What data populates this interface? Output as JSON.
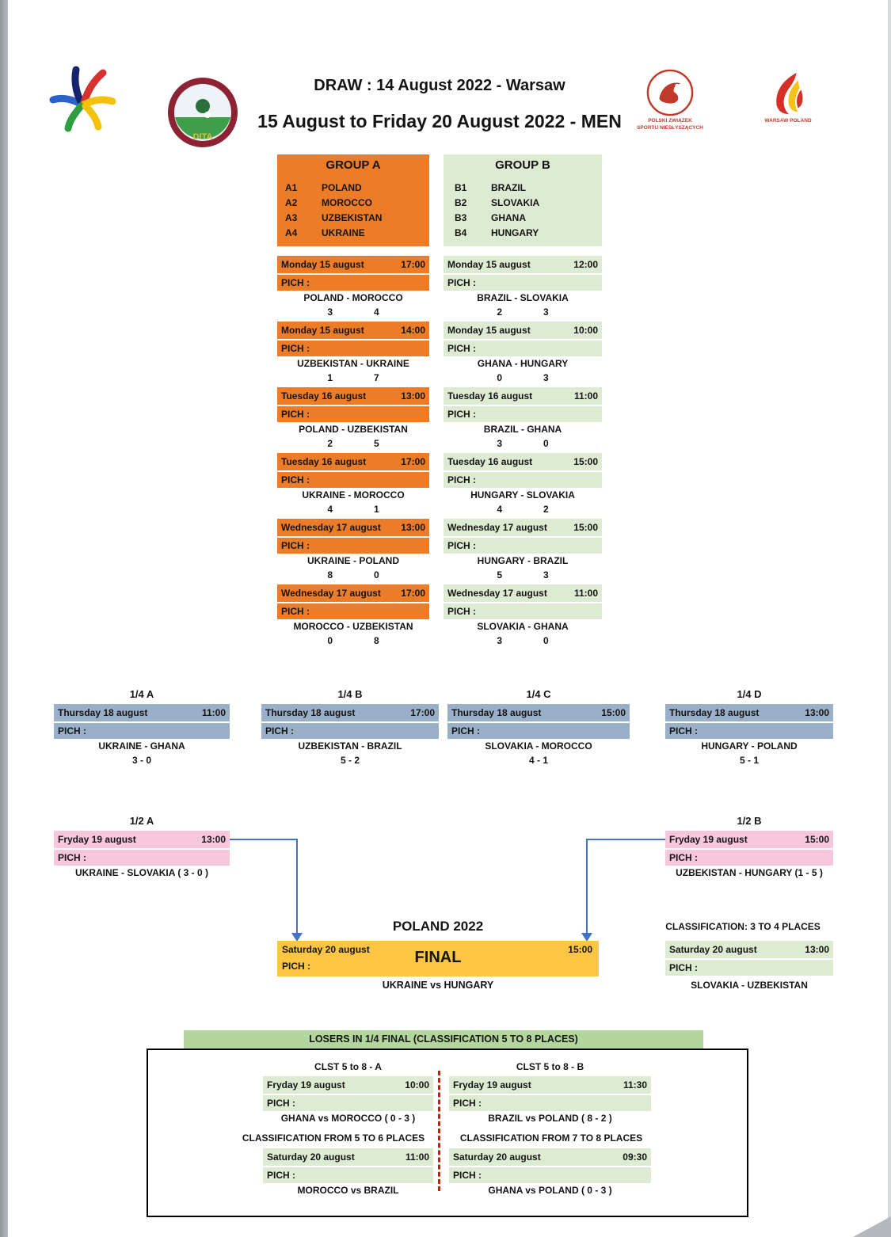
{
  "colors": {
    "group_a": "#ED7C29",
    "group_b": "#DDEBD2",
    "quarterfinal": "#9AB0C8",
    "semifinal": "#F7C7DB",
    "final": "#FDC642",
    "losers_bar": "#B2D69C",
    "connector": "#4472C4",
    "divider": "#FF0000"
  },
  "header": {
    "title_line1": "DRAW : 14 August 2022 - Warsaw",
    "title_line2": "15 August to Friday 20 August 2022 - MEN",
    "logos": {
      "left_icon": "multicolor-hands-star-logo",
      "dita_icon": "dita-football-crest-logo",
      "dita_label": "DITA",
      "eagle_icon": "polish-eagle-ring-logo",
      "eagle_caption_line1": "POLSKI ZWIĄZEK",
      "eagle_caption_line2": "SPORTU NIESŁYSZĄCYCH",
      "flame_icon": "warsaw-flame-logo",
      "flame_caption": "WARSAW POLAND"
    }
  },
  "groups": {
    "a": {
      "title": "GROUP A",
      "teams": [
        {
          "code": "A1",
          "name": "POLAND"
        },
        {
          "code": "A2",
          "name": "MOROCCO"
        },
        {
          "code": "A3",
          "name": "UZBEKISTAN"
        },
        {
          "code": "A4",
          "name": "UKRAINE"
        }
      ]
    },
    "b": {
      "title": "GROUP B",
      "teams": [
        {
          "code": "B1",
          "name": "BRAZIL"
        },
        {
          "code": "B2",
          "name": "SLOVAKIA"
        },
        {
          "code": "B3",
          "name": "GHANA"
        },
        {
          "code": "B4",
          "name": "HUNGARY"
        }
      ]
    }
  },
  "group_matches": {
    "a": [
      {
        "date": "Monday 15 august",
        "time": "17:00",
        "pich": "PICH :",
        "match": "POLAND - MOROCCO",
        "s1": "3",
        "s2": "4"
      },
      {
        "date": "Monday 15 august",
        "time": "14:00",
        "pich": "PICH :",
        "match": "UZBEKISTAN - UKRAINE",
        "s1": "1",
        "s2": "7"
      },
      {
        "date": "Tuesday 16 august",
        "time": "13:00",
        "pich": "PICH :",
        "match": "POLAND - UZBEKISTAN",
        "s1": "2",
        "s2": "5"
      },
      {
        "date": "Tuesday 16 august",
        "time": "17:00",
        "pich": "PICH :",
        "match": "UKRAINE - MOROCCO",
        "s1": "4",
        "s2": "1"
      },
      {
        "date": "Wednesday 17 august",
        "time": "13:00",
        "pich": "PICH :",
        "match": "UKRAINE - POLAND",
        "s1": "8",
        "s2": "0"
      },
      {
        "date": "Wednesday 17 august",
        "time": "17:00",
        "pich": "PICH :",
        "match": "MOROCCO - UZBEKISTAN",
        "s1": "0",
        "s2": "8"
      }
    ],
    "b": [
      {
        "date": "Monday 15 august",
        "time": "12:00",
        "pich": "PICH :",
        "match": "BRAZIL - SLOVAKIA",
        "s1": "2",
        "s2": "3"
      },
      {
        "date": "Monday 15 august",
        "time": "10:00",
        "pich": "PICH :",
        "match": "GHANA - HUNGARY",
        "s1": "0",
        "s2": "3"
      },
      {
        "date": "Tuesday 16 august",
        "time": "11:00",
        "pich": "PICH :",
        "match": "BRAZIL - GHANA",
        "s1": "3",
        "s2": "0"
      },
      {
        "date": "Tuesday 16 august",
        "time": "15:00",
        "pich": "PICH :",
        "match": "HUNGARY - SLOVAKIA",
        "s1": "4",
        "s2": "2"
      },
      {
        "date": "Wednesday 17 august",
        "time": "15:00",
        "pich": "PICH :",
        "match": "HUNGARY - BRAZIL",
        "s1": "5",
        "s2": "3"
      },
      {
        "date": "Wednesday 17 august",
        "time": "11:00",
        "pich": "PICH :",
        "match": "SLOVAKIA - GHANA",
        "s1": "3",
        "s2": "0"
      }
    ]
  },
  "quarterfinals": [
    {
      "title": "1/4 A",
      "date": "Thursday 18 august",
      "time": "11:00",
      "pich": "PICH :",
      "match": "UKRAINE - GHANA",
      "score": "3 - 0"
    },
    {
      "title": "1/4 B",
      "date": "Thursday 18 august",
      "time": "17:00",
      "pich": "PICH :",
      "match": "UZBEKISTAN - BRAZIL",
      "score": "5 - 2"
    },
    {
      "title": "1/4 C",
      "date": "Thursday 18 august",
      "time": "15:00",
      "pich": "PICH :",
      "match": "SLOVAKIA - MOROCCO",
      "score": "4 - 1"
    },
    {
      "title": "1/4 D",
      "date": "Thursday 18 august",
      "time": "13:00",
      "pich": "PICH :",
      "match": "HUNGARY - POLAND",
      "score": "5 - 1"
    }
  ],
  "semifinals": [
    {
      "title": "1/2 A",
      "date": "Fryday 19 august",
      "time": "13:00",
      "pich": "PICH :",
      "match": "UKRAINE - SLOVAKIA ( 3 - 0 )"
    },
    {
      "title": "1/2 B",
      "date": "Fryday 19 august",
      "time": "15:00",
      "pich": "PICH :",
      "match": "UZBEKISTAN - HUNGARY (1 - 5 )"
    }
  ],
  "final": {
    "heading": "POLAND 2022",
    "label": "FINAL",
    "date": "Saturday 20 august",
    "time": "15:00",
    "pich": "PICH :",
    "match": "UKRAINE  vs  HUNGARY"
  },
  "classification_3_4": {
    "title": "CLASSIFICATION: 3 TO 4 PLACES",
    "date": "Saturday 20 august",
    "time": "13:00",
    "pich": "PICH :",
    "match": "SLOVAKIA - UZBEKISTAN"
  },
  "losers": {
    "title": "LOSERS IN 1/4 FINAL (CLASSIFICATION 5 TO 8 PLACES)",
    "clst_a": {
      "title": "CLST 5 to 8 - A",
      "date": "Fryday 19 august",
      "time": "10:00",
      "pich": "PICH :",
      "match": "GHANA vs MOROCCO ( 0 - 3 )"
    },
    "clst_b": {
      "title": "CLST 5 to 8 - B",
      "date": "Fryday 19 august",
      "time": "11:30",
      "pich": "PICH :",
      "match": "BRAZIL vs POLAND ( 8 - 2 )"
    },
    "class_5_6": {
      "title": "CLASSIFICATION FROM 5 TO 6 PLACES",
      "date": "Saturday 20 august",
      "time": "11:00",
      "pich": "PICH :",
      "match": "MOROCCO vs BRAZIL"
    },
    "class_7_8": {
      "title": "CLASSIFICATION FROM 7 TO 8 PLACES",
      "date": "Saturday 20 august",
      "time": "09:30",
      "pich": "PICH :",
      "match": "GHANA vs POLAND ( 0 - 3 )"
    }
  }
}
